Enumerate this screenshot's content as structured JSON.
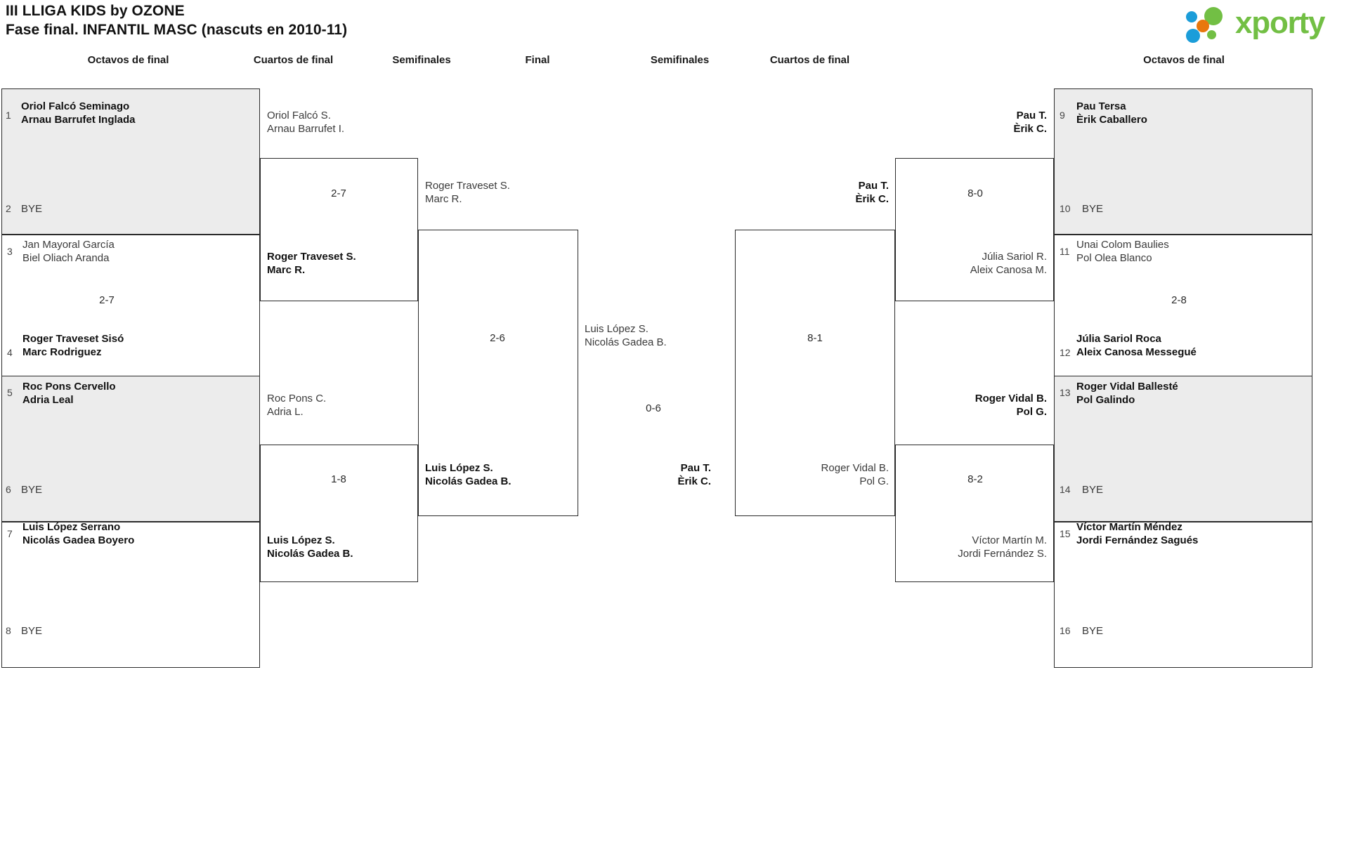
{
  "header": {
    "title_line1": "III LLIGA KIDS by OZONE",
    "title_line2": "Fase final. INFANTIL MASC (nascuts en 2010-11)",
    "logo_text": "xporty",
    "logo_colors": {
      "green": "#72bf44",
      "orange": "#e8770d",
      "blue": "#1b9dd9"
    }
  },
  "round_headers": {
    "left_r16": "Octavos de final",
    "left_qf": "Cuartos de final",
    "left_sf": "Semifinales",
    "final": "Final",
    "right_sf": "Semifinales",
    "right_qf": "Cuartos de final",
    "right_r16": "Octavos de final"
  },
  "chart_data": {
    "type": "bracket",
    "title": "III LLIGA KIDS by OZONE - Fase final. INFANTIL MASC (nascuts en 2010-11)",
    "rounds": [
      "Octavos de final",
      "Cuartos de final",
      "Semifinales",
      "Final"
    ],
    "seeds": {
      "1": "Oriol Falcó Seminago / Arnau Barrufet Inglada",
      "2": "BYE",
      "3": "Jan Mayoral García / Biel Oliach Aranda",
      "4": "Roger Traveset Sisó / Marc Rodriguez",
      "5": "Roc Pons Cervello / Adria Leal",
      "6": "BYE",
      "7": "Luis López Serrano / Nicolás Gadea Boyero",
      "8": "BYE",
      "9": "Pau Tersa / Èrik Caballero",
      "10": "BYE",
      "11": "Unai Colom Baulies / Pol Olea Blanco",
      "12": "Júlia Sariol Roca / Aleix Canosa Messegué",
      "13": "Roger Vidal Ballesté / Pol Galindo",
      "14": "BYE",
      "15": "Víctor Martín Méndez / Jordi Fernández Sagués",
      "16": "BYE"
    },
    "scores": [
      "2-7",
      "2-7",
      "1-8",
      "2-6",
      "0-6",
      "8-1",
      "8-0",
      "8-2"
    ],
    "champion": "Pau T. / Èrik C.",
    "final_score": "0-6"
  },
  "left": {
    "r16": [
      {
        "seed": "1",
        "l1": "Oriol Falcó Seminago",
        "l2": "Arnau Barrufet Inglada",
        "result": "win",
        "shaded": true
      },
      {
        "seed": "2",
        "bye": "BYE",
        "shaded": true
      },
      {
        "seed": "3",
        "l1": "Jan Mayoral García",
        "l2": "Biel Oliach Aranda",
        "result": "lose",
        "shaded": false
      },
      {
        "seed": "4",
        "l1": "Roger Traveset Sisó",
        "l2": "Marc Rodriguez",
        "result": "win",
        "shaded": false
      },
      {
        "seed": "5",
        "l1": "Roc Pons Cervello",
        "l2": "Adria Leal",
        "result": "win",
        "shaded": true
      },
      {
        "seed": "6",
        "bye": "BYE",
        "shaded": true
      },
      {
        "seed": "7",
        "l1": "Luis López Serrano",
        "l2": "Nicolás Gadea Boyero",
        "result": "win",
        "shaded": false
      },
      {
        "seed": "8",
        "bye": "BYE",
        "shaded": false
      }
    ],
    "r16_scores": {
      "m2": "2-7"
    },
    "qf": [
      {
        "l1": "Oriol Falcó S.",
        "l2": "Arnau Barrufet I.",
        "result": "lose"
      },
      {
        "l1": "Roger Traveset S.",
        "l2": "Marc R.",
        "result": "win"
      },
      {
        "l1": "Roc Pons C.",
        "l2": "Adria L.",
        "result": "lose"
      },
      {
        "l1": "Luis López S.",
        "l2": "Nicolás Gadea B.",
        "result": "win"
      }
    ],
    "qf_scores": {
      "m1": "2-7",
      "m2": "1-8"
    },
    "sf": [
      {
        "l1": "Roger Traveset S.",
        "l2": "Marc R.",
        "result": "lose"
      },
      {
        "l1": "Luis López S.",
        "l2": "Nicolás Gadea B.",
        "result": "win"
      }
    ],
    "sf_score": "2-6",
    "finalist": {
      "l1": "Luis López S.",
      "l2": "Nicolás Gadea B.",
      "result": "lose"
    }
  },
  "final": {
    "score": "0-6"
  },
  "right": {
    "r16": [
      {
        "seed": "9",
        "l1": "Pau Tersa",
        "l2": "Èrik Caballero",
        "result": "win",
        "shaded": true
      },
      {
        "seed": "10",
        "bye": "BYE",
        "shaded": true
      },
      {
        "seed": "11",
        "l1": "Unai Colom Baulies",
        "l2": "Pol Olea Blanco",
        "result": "lose",
        "shaded": false
      },
      {
        "seed": "12",
        "l1": "Júlia Sariol Roca",
        "l2": "Aleix Canosa Messegué",
        "result": "win",
        "shaded": false
      },
      {
        "seed": "13",
        "l1": "Roger Vidal Ballesté",
        "l2": "Pol Galindo",
        "result": "win",
        "shaded": true
      },
      {
        "seed": "14",
        "bye": "BYE",
        "shaded": true
      },
      {
        "seed": "15",
        "l1": "Víctor Martín Méndez",
        "l2": "Jordi Fernández Sagués",
        "result": "win",
        "shaded": false
      },
      {
        "seed": "16",
        "bye": "BYE",
        "shaded": false
      }
    ],
    "r16_scores": {
      "m2": "2-8"
    },
    "qf": [
      {
        "l1": "Pau T.",
        "l2": "Èrik C.",
        "result": "win"
      },
      {
        "l1": "Júlia Sariol R.",
        "l2": "Aleix Canosa M.",
        "result": "lose"
      },
      {
        "l1": "Roger Vidal B.",
        "l2": "Pol G.",
        "result": "win"
      },
      {
        "l1": "Víctor Martín M.",
        "l2": "Jordi Fernández S.",
        "result": "lose"
      }
    ],
    "qf_scores": {
      "m1": "8-0",
      "m2": "8-2"
    },
    "sf": [
      {
        "l1": "Pau T.",
        "l2": "Èrik C.",
        "result": "win"
      },
      {
        "l1": "Roger Vidal B.",
        "l2": "Pol G.",
        "result": "lose"
      }
    ],
    "sf_score": "8-1",
    "finalist": {
      "l1": "Pau T.",
      "l2": "Èrik C.",
      "result": "win"
    }
  }
}
